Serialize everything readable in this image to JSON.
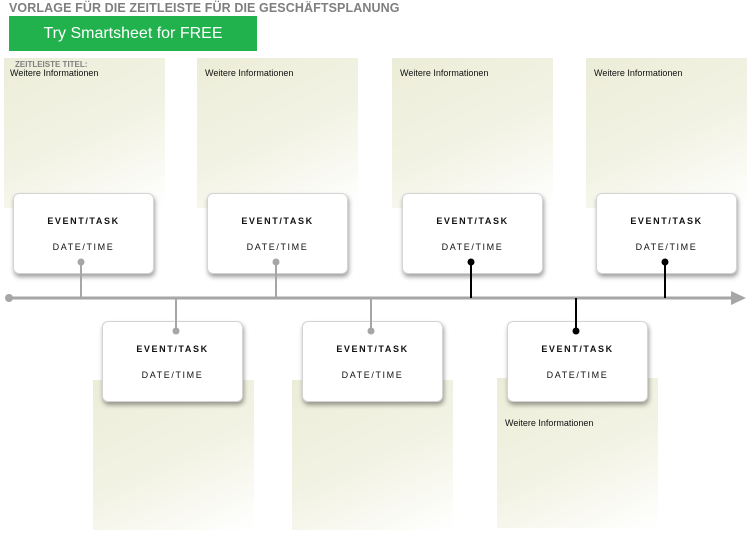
{
  "page": {
    "title": "VORLAGE FÜR DIE ZEITLEISTE FÜR DIE GESCHÄFTSPLANUNG",
    "cta_label": "Try Smartsheet for FREE",
    "timeline_label": "ZEITLEISTE TITEL:"
  },
  "colors": {
    "cta": "#21b14d",
    "note_fill": "#ecedd8",
    "axis": "#a6a6a6",
    "connector_light": "#a6a6a6",
    "connector_dark": "#000000"
  },
  "top_notes": [
    {
      "text": "Weitere Informationen"
    },
    {
      "text": "Weitere Informationen"
    },
    {
      "text": "Weitere Informationen"
    },
    {
      "text": "Weitere Informationen"
    }
  ],
  "bottom_notes": [
    {
      "text": ""
    },
    {
      "text": ""
    },
    {
      "text": "Weitere Informationen"
    }
  ],
  "top_events": [
    {
      "event": "EVENT/TASK",
      "date": "DATE/TIME"
    },
    {
      "event": "EVENT/TASK",
      "date": "DATE/TIME"
    },
    {
      "event": "EVENT/TASK",
      "date": "DATE/TIME"
    },
    {
      "event": "EVENT/TASK",
      "date": "DATE/TIME"
    }
  ],
  "bottom_events": [
    {
      "event": "EVENT/TASK",
      "date": "DATE/TIME"
    },
    {
      "event": "EVENT/TASK",
      "date": "DATE/TIME"
    },
    {
      "event": "EVENT/TASK",
      "date": "DATE/TIME"
    }
  ]
}
